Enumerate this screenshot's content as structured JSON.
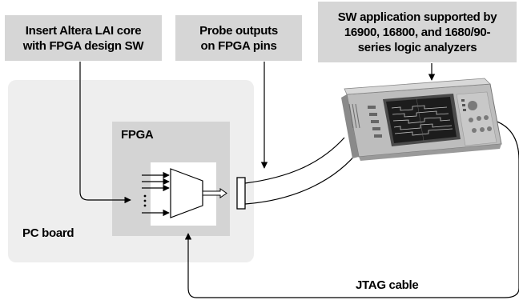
{
  "callouts": {
    "lai": {
      "line1": "Insert Altera LAI core",
      "line2": "with FPGA design SW"
    },
    "probe": {
      "line1": "Probe outputs",
      "line2": "on FPGA pins"
    },
    "sw_app": {
      "line1": "SW application supported by",
      "line2": "16900, 16800, and 1680/90-",
      "line3": "series logic analyzers"
    }
  },
  "labels": {
    "pc_board": "PC board",
    "fpga": "FPGA",
    "jtag_cable": "JTAG cable"
  },
  "colors": {
    "callout_bg": "#d6d6d6",
    "pcb_bg": "#eeeeee",
    "fpga_bg": "#d4d4d4",
    "core_bg": "#ffffff",
    "line": "#000000",
    "instrument_body": "#bcbcbc",
    "instrument_screen": "#1a1a1a"
  }
}
